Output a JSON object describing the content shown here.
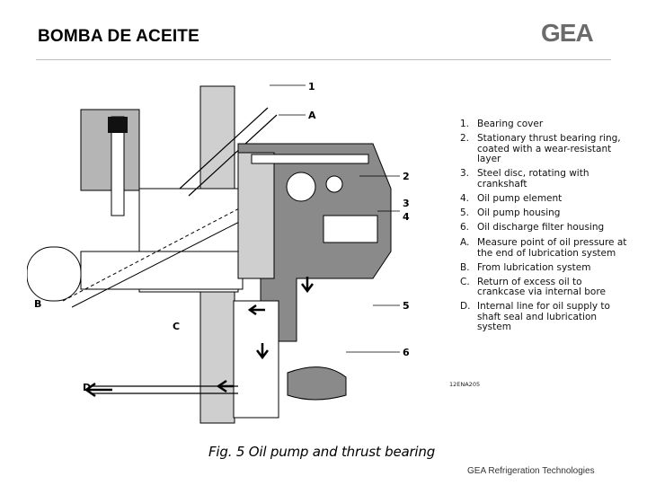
{
  "header": {
    "title": "BOMBA DE ACEITE",
    "logo_text": "GEA"
  },
  "diagram": {
    "callouts": {
      "n1": "1",
      "nA": "A",
      "n2": "2",
      "n3": "3",
      "n4": "4",
      "n5": "5",
      "n6": "6",
      "nB": "B",
      "nC": "C",
      "nD": "D"
    },
    "drawing_code": "12ENA205",
    "caption": "Fig. 5  Oil pump and thrust bearing"
  },
  "legend": [
    {
      "key": "1.",
      "text": "Bearing cover"
    },
    {
      "key": "2.",
      "text": "Stationary thrust bearing ring, coated with a wear-resistant layer"
    },
    {
      "key": "3.",
      "text": "Steel disc, rotating with crankshaft"
    },
    {
      "key": "4.",
      "text": "Oil pump element"
    },
    {
      "key": "5.",
      "text": "Oil pump housing"
    },
    {
      "key": "6.",
      "text": "Oil discharge filter housing"
    },
    {
      "key": "A.",
      "text": "Measure point of oil pressure at the end of lubrication system"
    },
    {
      "key": "B.",
      "text": "From lubrication system"
    },
    {
      "key": "C.",
      "text": "Return of excess oil to crankcase via internal bore"
    },
    {
      "key": "D.",
      "text": "Internal line for oil supply to shaft seal and lubrication system"
    }
  ],
  "footer": {
    "text": "GEA Refrigeration Technologies"
  },
  "colors": {
    "accent_logo": "#6b6b6b",
    "shade_dark": "#8a8a8a",
    "shade_light": "#cfcfcf"
  }
}
